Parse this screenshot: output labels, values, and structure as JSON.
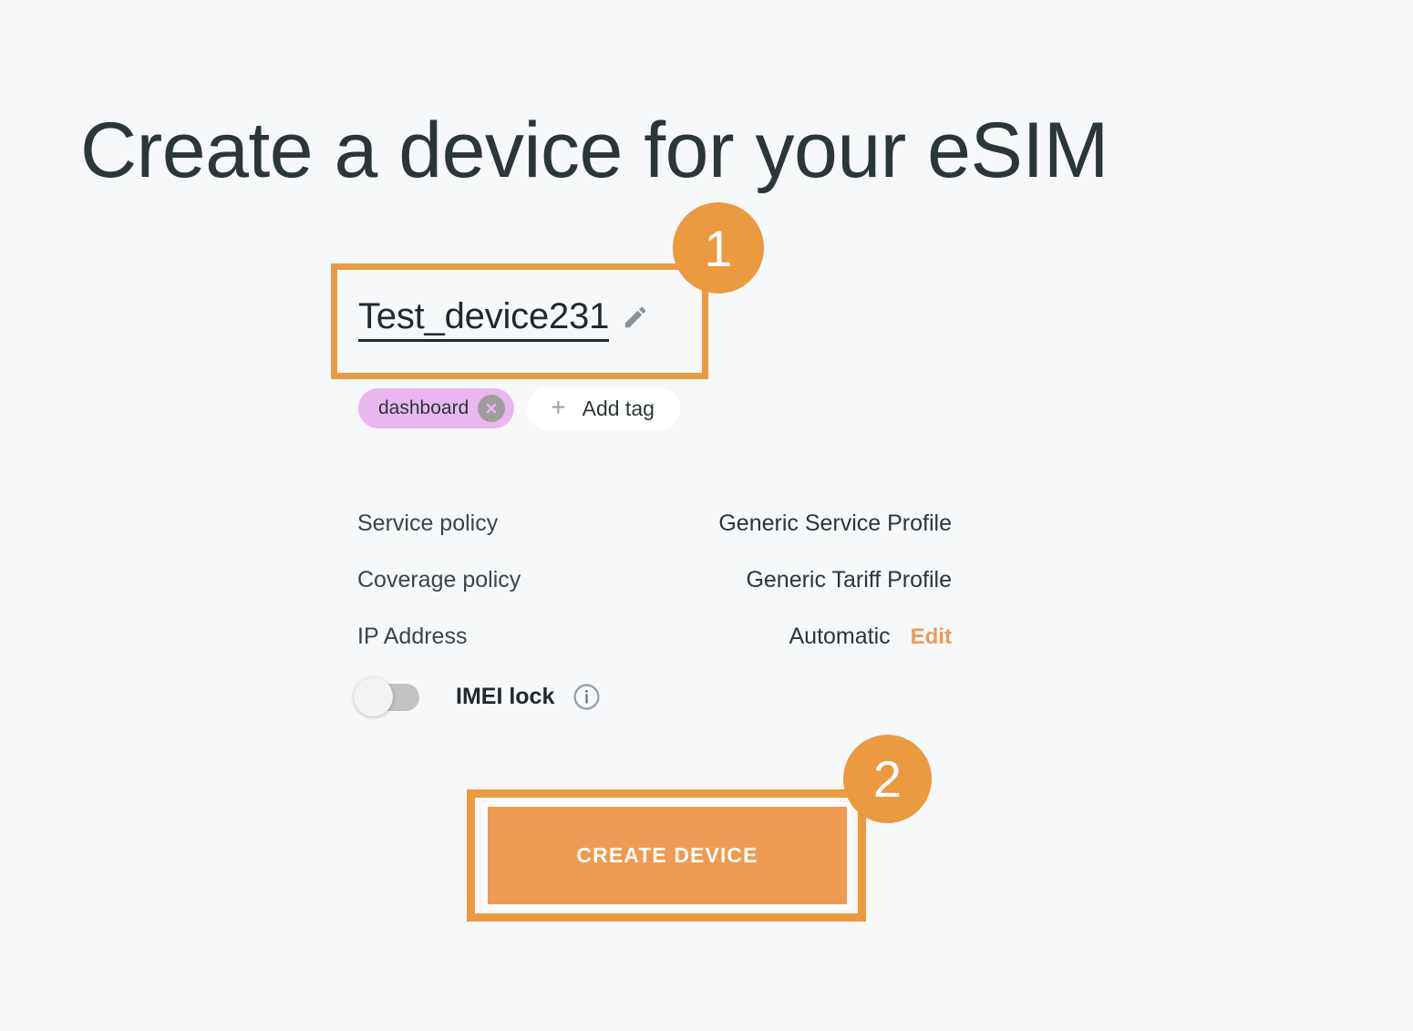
{
  "page": {
    "title": "Create a device for your eSIM",
    "background_color": "#f7f8fa",
    "text_color": "#2b3639",
    "accent_color": "#ef9a52",
    "annotation_color": "#eb9a40"
  },
  "device": {
    "name": "Test_device231",
    "edit_icon": "pencil-icon",
    "tags": [
      {
        "label": "dashboard",
        "color": "#eab6f0",
        "remove_icon": "close-icon"
      }
    ],
    "add_tag": {
      "plus": "+",
      "label": "Add tag",
      "icon": "plus-icon"
    }
  },
  "properties": [
    {
      "label": "Service policy",
      "value": "Generic Service Profile"
    },
    {
      "label": "Coverage policy",
      "value": "Generic Tariff Profile"
    },
    {
      "label": "IP Address",
      "value": "Automatic",
      "action": "Edit"
    }
  ],
  "imei_lock": {
    "label": "IMEI lock",
    "state": "off",
    "info_icon": "info-icon"
  },
  "actions": {
    "create_device": "CREATE DEVICE"
  },
  "annotations": [
    {
      "number": "1",
      "target": "device-name-field"
    },
    {
      "number": "2",
      "target": "create-device-button"
    }
  ]
}
